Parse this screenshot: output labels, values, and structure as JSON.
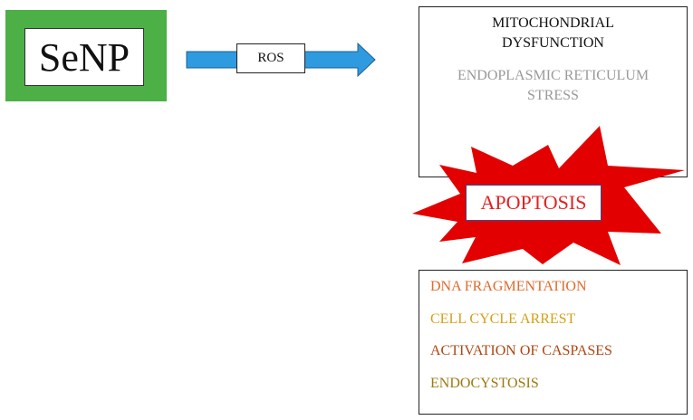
{
  "diagram": {
    "source": {
      "label": "SeNP",
      "fill_color": "#4cb047"
    },
    "arrow": {
      "label": "ROS",
      "color": "#2e9be0"
    },
    "stress_box": {
      "primary": "MITOCHONDRIAL\nDYSFUNCTION",
      "secondary": "ENDOPLASMIC RETICULUM\nSTRESS",
      "primary_color": "#111111",
      "secondary_color": "#9a9a9a"
    },
    "outcome": {
      "label": "APOPTOSIS",
      "burst_color": "#e30000",
      "text_color": "#e32222"
    },
    "effects": [
      {
        "label": "DNA FRAGMENTATION",
        "color": "#e06a2c"
      },
      {
        "label": "CELL CYCLE ARREST",
        "color": "#d4a017"
      },
      {
        "label": "ACTIVATION OF CASPASES",
        "color": "#b04512"
      },
      {
        "label": "ENDOCYSTOSIS",
        "color": "#9c7a12"
      }
    ]
  }
}
